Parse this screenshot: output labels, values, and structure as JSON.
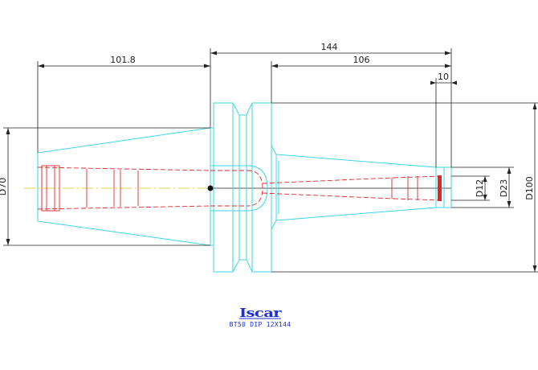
{
  "dimensions": {
    "overall_length": "144",
    "shank_length": "101.8",
    "body_length": "106",
    "nose_length": "10",
    "shank_diameter": "D70",
    "bore_diameter": "D12",
    "nose_diameter": "D23",
    "flange_diameter": "D100"
  },
  "title_block": {
    "logo": "Iscar",
    "designation": "BT50 DIP 12X144"
  },
  "colors": {
    "outline": "#3fd5e6",
    "hidden": "#e3262d",
    "dimension": "#222222",
    "centerline": "#d9c400",
    "caption": "#1c2fd6"
  }
}
